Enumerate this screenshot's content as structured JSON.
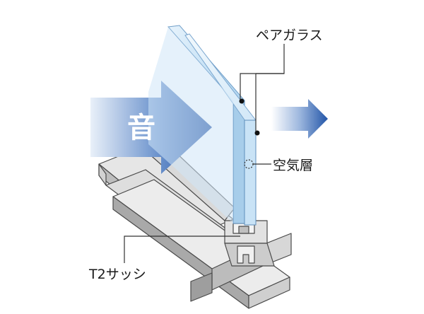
{
  "labels": {
    "pair_glass": "ペアガラス",
    "air_layer": "空気層",
    "sash": "T2サッシ",
    "sound": "音"
  },
  "colors": {
    "arrow_dark": "#1f4fa3",
    "arrow_light": "#dfe9f6",
    "glass": "#b9d9f2",
    "glass_edge": "#6f9ec8",
    "sash_light": "#e9e9e9",
    "sash_mid": "#c9c9c9",
    "sash_dark": "#9a9a9a",
    "outline": "#4a4a4a"
  }
}
